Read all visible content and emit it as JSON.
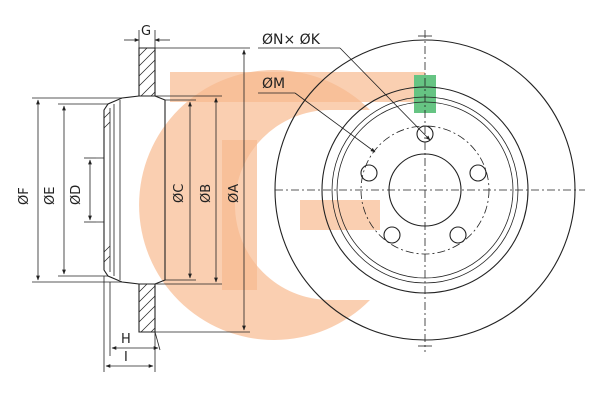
{
  "drawing": {
    "labels": {
      "g": "G",
      "nk": "ØN× ØK",
      "m": "ØM",
      "f": "ØF",
      "e": "ØE",
      "d": "ØD",
      "c": "ØC",
      "b": "ØB",
      "a": "ØA",
      "h": "H",
      "i": "I"
    },
    "bolt_holes": 5,
    "watermark": {
      "colors": {
        "orange": "#f5a26a",
        "green": "#34b15a"
      }
    }
  }
}
